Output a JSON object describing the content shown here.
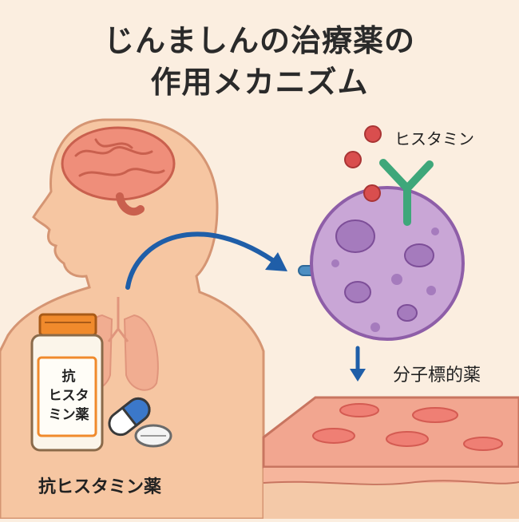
{
  "title": {
    "line1": "じんましんの治療薬の",
    "line2": "作用メカニズム"
  },
  "labels": {
    "histamine": "ヒスタミン",
    "monoclonal_drug": "分子標的薬",
    "bottle_line1": "抗",
    "bottle_line2": "ヒスタ",
    "bottle_line3": "ミン薬",
    "antihistamine": "抗ヒスタミン薬"
  },
  "icons": {
    "figure": "human-silhouette-icon",
    "brain": "brain-icon",
    "lungs": "lungs-icon",
    "bottle": "pill-bottle-icon",
    "capsule": "capsule-icon",
    "tablet": "tablet-icon",
    "cell": "mast-cell-icon",
    "antibody": "antibody-icon",
    "skin": "skin-hives-icon"
  },
  "colors": {
    "background": "#fbeee0",
    "body": "#f6c6a2",
    "brain": "#ef8e7a",
    "cell": "#c9a6d6",
    "arrow": "#1f5ea8",
    "antibody": "#3ea77a",
    "histamine": "#d94e4e",
    "bottle_cap": "#f08a2c",
    "skin": "#f2a690"
  }
}
